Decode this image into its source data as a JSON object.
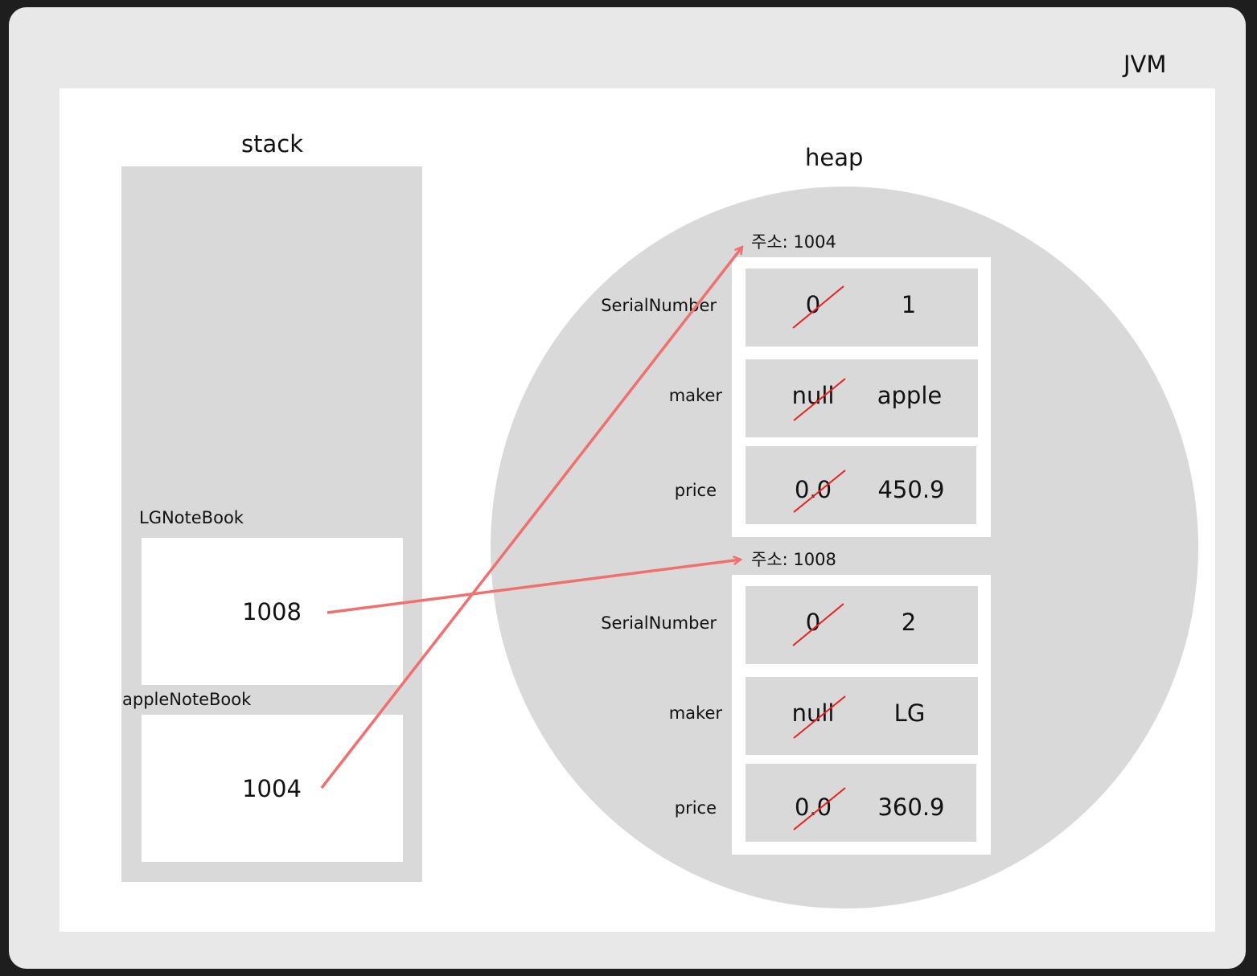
{
  "jvm": {
    "label": "JVM"
  },
  "stack": {
    "title": "stack",
    "vars": [
      {
        "name": "LGNoteBook",
        "value": "1008"
      },
      {
        "name": "appleNoteBook",
        "value": "1004"
      }
    ]
  },
  "heap": {
    "title": "heap",
    "objects": [
      {
        "address": "주소: 1004",
        "fields": [
          {
            "name": "SerialNumber",
            "old": "0",
            "new": "1"
          },
          {
            "name": "maker",
            "old": "null",
            "new": "apple"
          },
          {
            "name": "price",
            "old": "0.0",
            "new": "450.9"
          }
        ]
      },
      {
        "address": "주소: 1008",
        "fields": [
          {
            "name": "SerialNumber",
            "old": "0",
            "new": "2"
          },
          {
            "name": "maker",
            "old": "null",
            "new": "LG"
          },
          {
            "name": "price",
            "old": "0.0",
            "new": "360.9"
          }
        ]
      }
    ]
  },
  "colors": {
    "arrow": "#f07070",
    "strike": "#e82020",
    "panel": "#d9d9d9"
  }
}
